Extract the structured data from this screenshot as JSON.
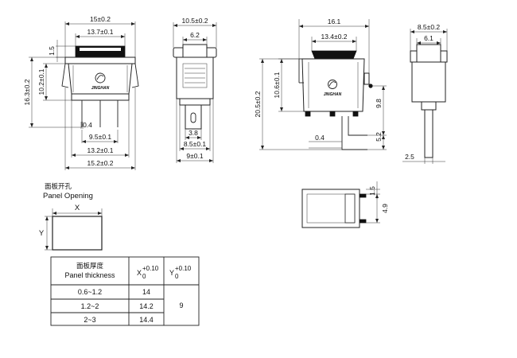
{
  "views": {
    "front": {
      "brand": "JINGHAN",
      "dims": {
        "top_width": "15±0.2",
        "rocker_width": "13.7±0.1",
        "rocker_height": "1.5",
        "total_height": "16.3±0.2",
        "body_height": "10.2±0.1",
        "terminal_width": "0.4",
        "terminal_pitch": "9.5±0.1",
        "base_width": "13.2±0.1",
        "overall_width": "15.2±0.2"
      }
    },
    "side": {
      "dims": {
        "top_width": "10.5±0.2",
        "inner_width": "6.2",
        "terminal_width": "3.8",
        "base_width": "8.5±0.1",
        "bottom_width": "9±0.1"
      }
    },
    "right_front": {
      "brand": "JINGHAN",
      "dims": {
        "overall_width": "16.1",
        "rocker_width": "13.4±0.2",
        "total_height": "20.5±0.2",
        "body_height": "10.6±0.1",
        "terminal_offset": "9.8",
        "terminal_length": "5.2",
        "terminal_thickness": "0.4"
      }
    },
    "right_side": {
      "dims": {
        "top_width": "8.5±0.2",
        "inner_width": "6.1",
        "terminal_width": "2.5"
      }
    },
    "top_view": {
      "dims": {
        "top_gap": "1.5",
        "slot_width": "4.9"
      }
    }
  },
  "panel_opening": {
    "title_cn": "面板开孔",
    "title_en": "Panel Opening",
    "x_label": "X",
    "y_label": "Y"
  },
  "table": {
    "header_cn": "面板厚度",
    "header_en": "Panel thickness",
    "header_x": "X",
    "header_y": "Y",
    "tol_plus": "+0.10",
    "tol_zero": "0",
    "rows": [
      {
        "thickness": "0.6~1.2",
        "x": "14"
      },
      {
        "thickness": "1.2~2",
        "x": "14.2"
      },
      {
        "thickness": "2~3",
        "x": "14.4"
      }
    ],
    "y_value": "9"
  }
}
